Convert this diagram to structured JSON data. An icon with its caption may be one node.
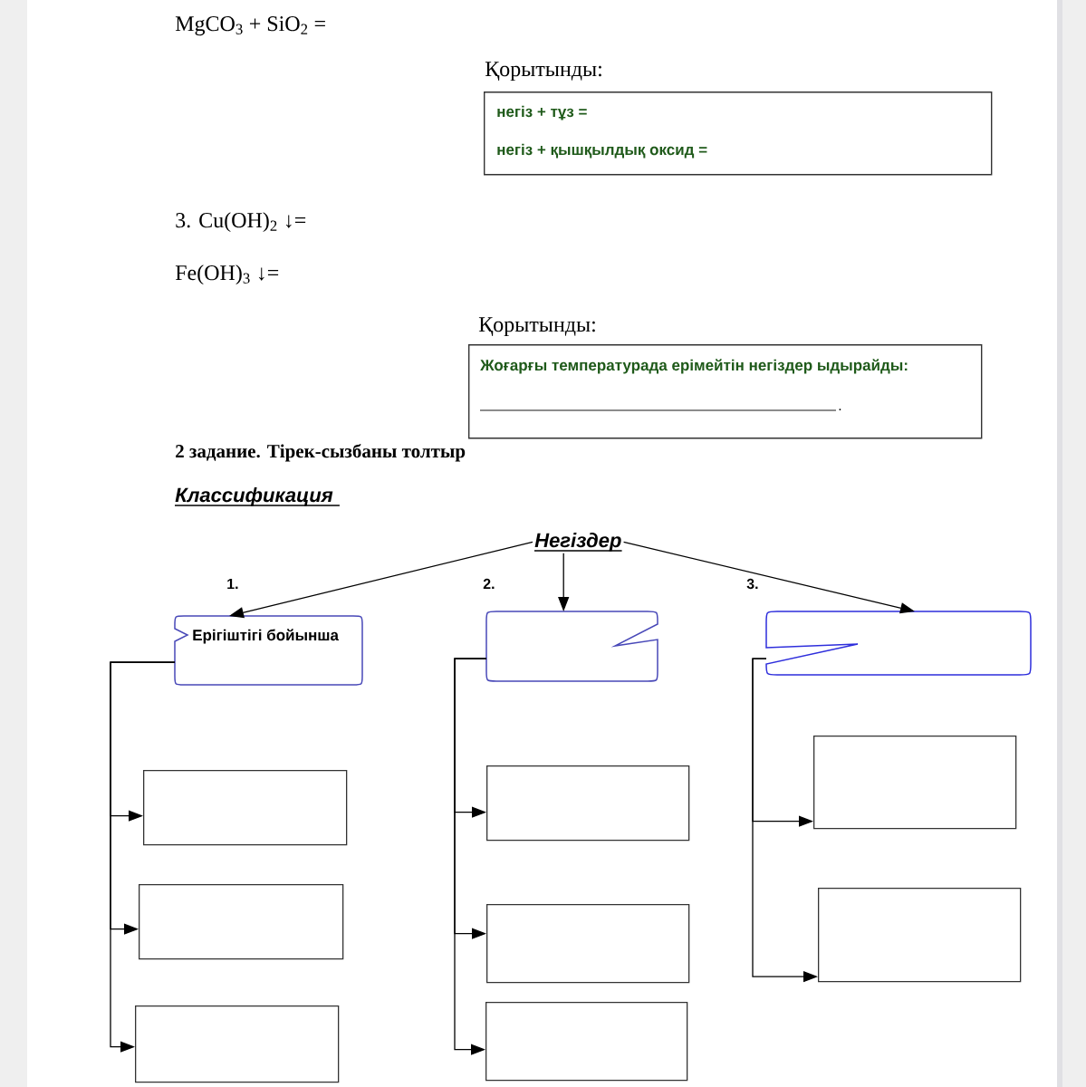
{
  "diagram": {
    "nodes": [
      {
        "text": [
          "Қорытынды:",
          "негіз + тұз =",
          "негіз + қышқылдық оксид ="
        ]
      },
      {
        "text": [
          "Қорытынды:",
          "Жоғарғы температурада ерімейтін негіздер ыдырайды:",
          "."
        ]
      },
      {
        "text": [
          "Негіздер"
        ]
      },
      {
        "text": [
          "Ерігіштігі бойынша"
        ],
        "beside": [
          "1."
        ]
      },
      {
        "text": [],
        "shape": "callout",
        "beside": [
          "2."
        ]
      },
      {
        "text": [],
        "shape": "callout",
        "beside": [
          "3."
        ]
      },
      {
        "text": [],
        "shape": "box"
      },
      {
        "text": [],
        "shape": "box"
      },
      {
        "text": [],
        "shape": "box"
      },
      {
        "text": [],
        "shape": "box"
      },
      {
        "text": [],
        "shape": "box"
      },
      {
        "text": [],
        "shape": "box"
      },
      {
        "text": [],
        "shape": "box"
      },
      {
        "text": [],
        "shape": "box"
      }
    ],
    "edges": [
      {
        "from": 2,
        "to": 3,
        "arrow": "to"
      },
      {
        "from": 2,
        "to": 4,
        "arrow": "to"
      },
      {
        "from": 2,
        "to": 5,
        "arrow": "to"
      },
      {
        "from": 3,
        "to": 6,
        "arrow": "to"
      },
      {
        "from": 3,
        "to": 7,
        "arrow": "to"
      },
      {
        "from": 3,
        "to": 8,
        "arrow": "to"
      },
      {
        "from": 4,
        "to": 9,
        "arrow": "to"
      },
      {
        "from": 4,
        "to": 10,
        "arrow": "to"
      },
      {
        "from": 4,
        "to": 11,
        "arrow": "to"
      },
      {
        "from": 5,
        "to": 12,
        "arrow": "to"
      },
      {
        "from": 5,
        "to": 13,
        "arrow": "to"
      }
    ],
    "labels": [
      "MgCO$_{3}$ + SiO$_{2}$ =",
      "3. Cu(OH)$_{2}$ ↓=",
      "Fe(OH)$_{3}$ ↓=",
      "2 задание. Тірек-сызбаны толтыр",
      "Классификация"
    ]
  }
}
